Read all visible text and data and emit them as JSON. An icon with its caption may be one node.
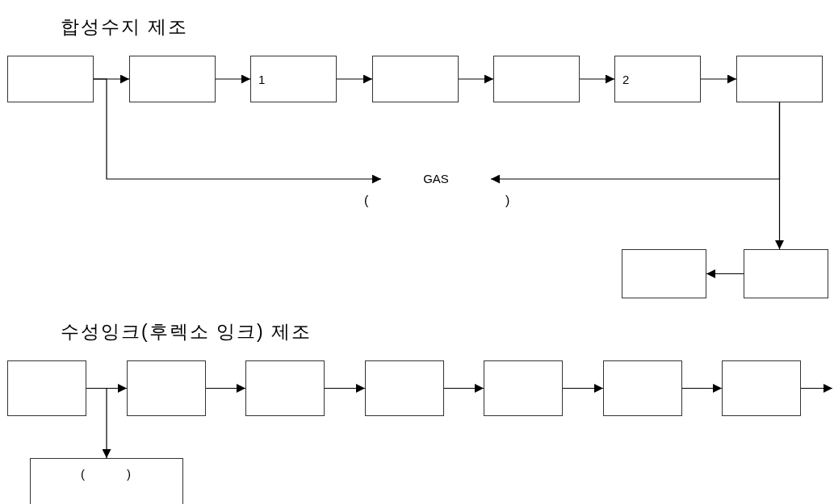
{
  "diagram": {
    "nodes": [
      {
        "text": [],
        "shape": "box"
      },
      {
        "text": [],
        "shape": "box"
      },
      {
        "text": [
          "1"
        ]
      },
      {
        "text": [],
        "shape": "box"
      },
      {
        "text": [],
        "shape": "box"
      },
      {
        "text": [
          "2"
        ]
      },
      {
        "text": [],
        "shape": "box"
      },
      {
        "text": [
          "GAS"
        ]
      },
      {
        "text": [],
        "shape": "box"
      },
      {
        "text": [],
        "shape": "box"
      },
      {
        "text": [],
        "shape": "box"
      },
      {
        "text": [],
        "shape": "box"
      },
      {
        "text": [],
        "shape": "box"
      },
      {
        "text": [],
        "shape": "box"
      },
      {
        "text": [],
        "shape": "box"
      },
      {
        "text": [],
        "shape": "box"
      },
      {
        "text": [],
        "shape": "box"
      },
      {
        "text": [
          "(",
          ")"
        ]
      }
    ],
    "edges": [
      {
        "from": 0,
        "to": 1,
        "arrow": "to"
      },
      {
        "from": 1,
        "to": 2,
        "arrow": "to"
      },
      {
        "from": 2,
        "to": 3,
        "arrow": "to"
      },
      {
        "from": 3,
        "to": 4,
        "arrow": "to"
      },
      {
        "from": 4,
        "to": 5,
        "arrow": "to"
      },
      {
        "from": 5,
        "to": 6,
        "arrow": "to"
      },
      {
        "from": 0,
        "to": 7,
        "arrow": "to"
      },
      {
        "from": 6,
        "to": 7,
        "arrow": "to"
      },
      {
        "from": 6,
        "to": 9,
        "arrow": "to"
      },
      {
        "from": 9,
        "to": 8,
        "arrow": "to"
      },
      {
        "from": 10,
        "to": 11,
        "arrow": "to"
      },
      {
        "from": 11,
        "to": 12,
        "arrow": "to"
      },
      {
        "from": 12,
        "to": 13,
        "arrow": "to"
      },
      {
        "from": 13,
        "to": 14,
        "arrow": "to"
      },
      {
        "from": 14,
        "to": 15,
        "arrow": "to"
      },
      {
        "from": 15,
        "to": 16,
        "arrow": "to"
      },
      {
        "from": 16,
        "to": null,
        "arrow": "to"
      },
      {
        "from": 10,
        "to": 17,
        "arrow": "to"
      }
    ],
    "labels": [
      "합성수지 제조",
      "(",
      ")",
      "수성잉크(후렉소 잉크) 제조"
    ]
  }
}
